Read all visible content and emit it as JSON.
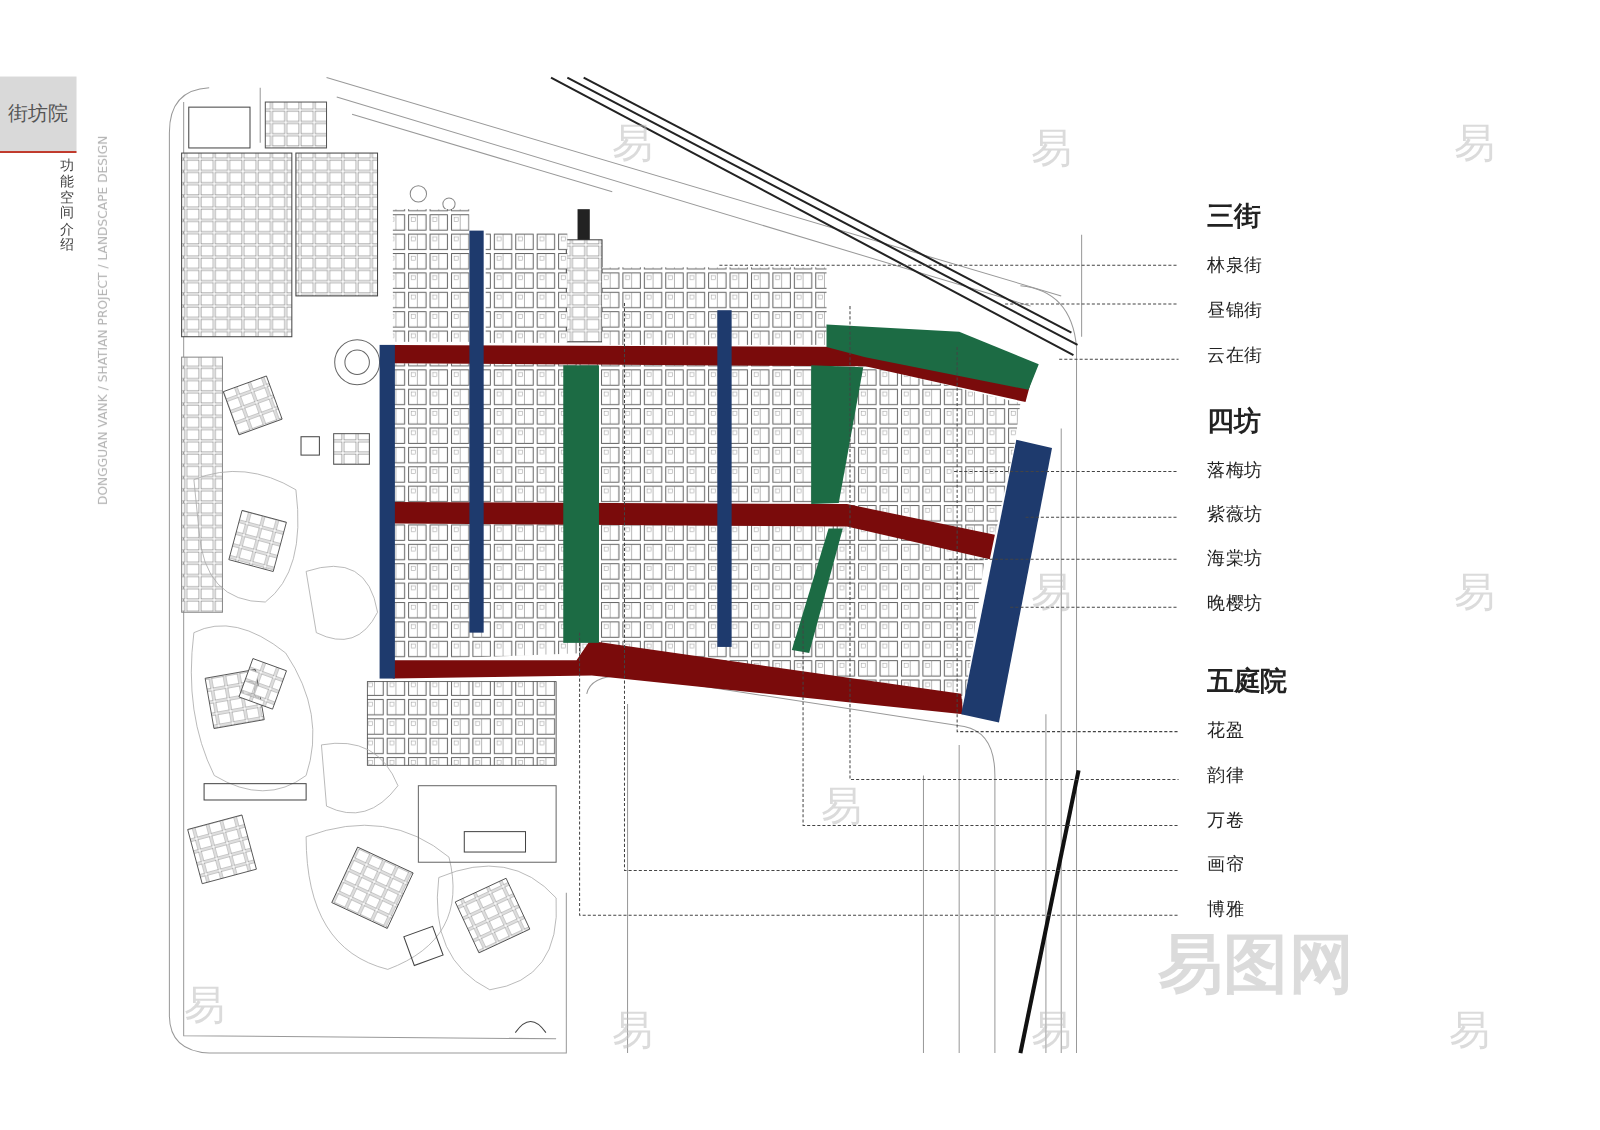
{
  "diagram": {
    "nodes": [
      {
        "text": [
          "街坊院"
        ]
      }
    ],
    "labels": [
      "功能空间介绍",
      "DONGGUAN VANK / SHATIAN PROJECT / LANDSCAPE DESIGN",
      "三街",
      "林泉街",
      "昼锦街",
      "云在街",
      "四坊",
      "落梅坊",
      "紫薇坊",
      "海棠坊",
      "晚樱坊",
      "五庭院",
      "花盈",
      "韵律",
      "万卷",
      "画帘",
      "博雅",
      "易图网",
      "易",
      "易",
      "易",
      "易",
      "易",
      "易",
      "易",
      "易",
      "易",
      "易"
    ]
  }
}
